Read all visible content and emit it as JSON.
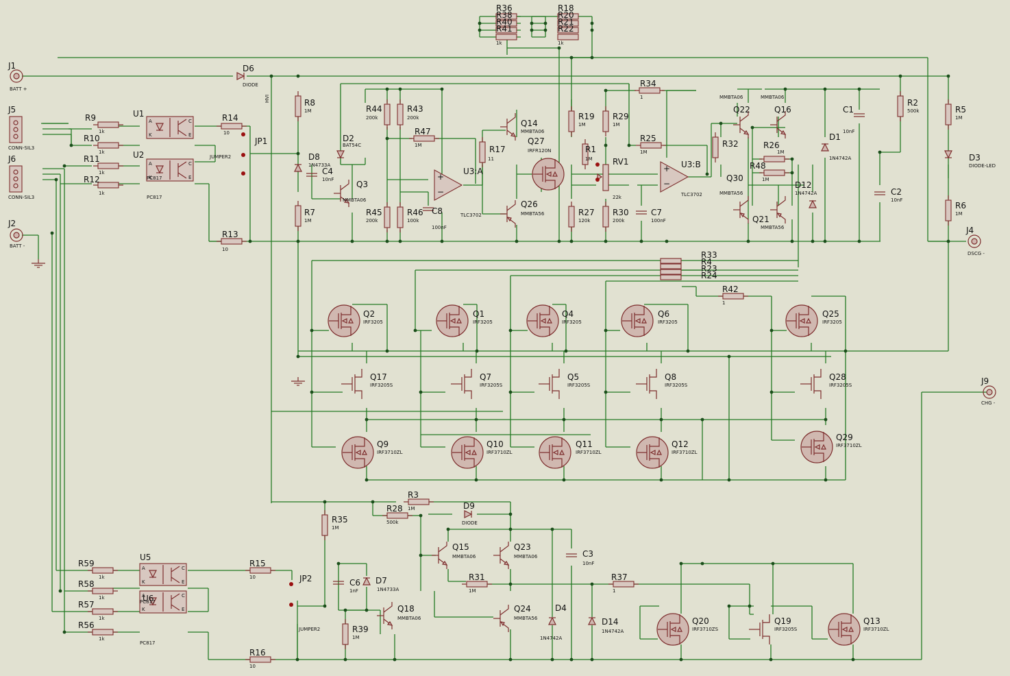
{
  "components": [
    {
      "id": "J1",
      "sub": "BATT +"
    },
    {
      "id": "J5",
      "sub": "CONN-SIL3"
    },
    {
      "id": "J6",
      "sub": "CONN-SIL3"
    },
    {
      "id": "J2",
      "sub": "BATT -"
    },
    {
      "id": "J4",
      "sub": "DSCG -"
    },
    {
      "id": "J9",
      "sub": "CHG -"
    },
    {
      "id": "D6",
      "sub": "DIODE"
    },
    {
      "id": "D9",
      "sub": "DIODE"
    },
    {
      "id": "D2",
      "sub": "BAT54C"
    },
    {
      "id": "D8",
      "sub": "1N4733A"
    },
    {
      "id": "D1",
      "sub": "1N4742A"
    },
    {
      "id": "D12",
      "sub": "1N4742A"
    },
    {
      "id": "D3",
      "sub": "DIODE-LED"
    },
    {
      "id": "D7",
      "sub": "1N4733A"
    },
    {
      "id": "D4",
      "sub": "1N4742A"
    },
    {
      "id": "D14",
      "sub": "1N4742A"
    },
    {
      "id": "U1",
      "sub": "PC817"
    },
    {
      "id": "U2",
      "sub": "PC817"
    },
    {
      "id": "U5",
      "sub": "PC817"
    },
    {
      "id": "U6",
      "sub": "PC817"
    },
    {
      "id": "U3:A",
      "sub": "TLC3702"
    },
    {
      "id": "U3:B",
      "sub": "TLC3702"
    },
    {
      "id": "JP1",
      "sub": "JUMPER2"
    },
    {
      "id": "JP2",
      "sub": "JUMPER2"
    },
    {
      "id": "RV1",
      "sub": "22k"
    },
    {
      "id": "R9",
      "sub": "1k"
    },
    {
      "id": "R10",
      "sub": "1k"
    },
    {
      "id": "R11",
      "sub": "1k"
    },
    {
      "id": "R12",
      "sub": "1k"
    },
    {
      "id": "R14",
      "sub": "10"
    },
    {
      "id": "R13",
      "sub": "10"
    },
    {
      "id": "R8",
      "sub": "1M"
    },
    {
      "id": "R7",
      "sub": "1M"
    },
    {
      "id": "R44",
      "sub": "200k"
    },
    {
      "id": "R43",
      "sub": "200k"
    },
    {
      "id": "R47",
      "sub": "1M"
    },
    {
      "id": "R45",
      "sub": "200k"
    },
    {
      "id": "R46",
      "sub": "100k"
    },
    {
      "id": "R17",
      "sub": "11"
    },
    {
      "id": "R19",
      "sub": "1M"
    },
    {
      "id": "R1",
      "sub": "1M"
    },
    {
      "id": "R29",
      "sub": "1M"
    },
    {
      "id": "R27",
      "sub": "120k"
    },
    {
      "id": "R30",
      "sub": "200k"
    },
    {
      "id": "R34",
      "sub": "1"
    },
    {
      "id": "R25",
      "sub": "1M"
    },
    {
      "id": "R32",
      "sub": ""
    },
    {
      "id": "R26",
      "sub": "1M"
    },
    {
      "id": "R48",
      "sub": "1M"
    },
    {
      "id": "R2",
      "sub": "500k"
    },
    {
      "id": "R5",
      "sub": "1M"
    },
    {
      "id": "R6",
      "sub": "1M"
    },
    {
      "id": "R42",
      "sub": "1"
    },
    {
      "id": "R3",
      "sub": "1M"
    },
    {
      "id": "R28",
      "sub": "500k"
    },
    {
      "id": "R35",
      "sub": "1M"
    },
    {
      "id": "R31",
      "sub": "1M"
    },
    {
      "id": "R37",
      "sub": "1"
    },
    {
      "id": "R39",
      "sub": "1M"
    },
    {
      "id": "R59",
      "sub": "1k"
    },
    {
      "id": "R58",
      "sub": "1k"
    },
    {
      "id": "R57",
      "sub": "1k"
    },
    {
      "id": "R56",
      "sub": "1k"
    },
    {
      "id": "R15",
      "sub": "10"
    },
    {
      "id": "R16",
      "sub": "10"
    },
    {
      "id": "C4",
      "sub": "10nF"
    },
    {
      "id": "C8",
      "sub": "100nF"
    },
    {
      "id": "C7",
      "sub": "100nF"
    },
    {
      "id": "C1",
      "sub": "10nF"
    },
    {
      "id": "C2",
      "sub": "10nF"
    },
    {
      "id": "C6",
      "sub": "1nF"
    },
    {
      "id": "C3",
      "sub": "10nF"
    },
    {
      "id": "Q3",
      "sub": "MMBTA06"
    },
    {
      "id": "Q14",
      "sub": "MMBTA06"
    },
    {
      "id": "Q26",
      "sub": "MMBTA56"
    },
    {
      "id": "Q27",
      "sub": "IRFR120N"
    },
    {
      "id": "Q22",
      "sub": "MMBTA06"
    },
    {
      "id": "Q16",
      "sub": "MMBTA06"
    },
    {
      "id": "Q30",
      "sub": "MMBTA56"
    },
    {
      "id": "Q21",
      "sub": "MMBTA56"
    },
    {
      "id": "Q2",
      "sub": "IRF3205"
    },
    {
      "id": "Q1",
      "sub": "IRF3205"
    },
    {
      "id": "Q4",
      "sub": "IRF3205"
    },
    {
      "id": "Q6",
      "sub": "IRF3205"
    },
    {
      "id": "Q25",
      "sub": "IRF3205"
    },
    {
      "id": "Q17",
      "sub": "IRF3205S"
    },
    {
      "id": "Q7",
      "sub": "IRF3205S"
    },
    {
      "id": "Q5",
      "sub": "IRF3205S"
    },
    {
      "id": "Q8",
      "sub": "IRF3205S"
    },
    {
      "id": "Q28",
      "sub": "IRF3205S"
    },
    {
      "id": "Q9",
      "sub": "IRF3710ZL"
    },
    {
      "id": "Q10",
      "sub": "IRF3710ZL"
    },
    {
      "id": "Q11",
      "sub": "IRF3710ZL"
    },
    {
      "id": "Q12",
      "sub": "IRF3710ZL"
    },
    {
      "id": "Q29",
      "sub": "IRF3710ZL"
    },
    {
      "id": "Q15",
      "sub": "MMBTA06"
    },
    {
      "id": "Q23",
      "sub": "MMBTA06"
    },
    {
      "id": "Q24",
      "sub": "MMBTA56"
    },
    {
      "id": "Q18",
      "sub": "MMBTA06"
    },
    {
      "id": "Q20",
      "sub": "IRF3710ZS"
    },
    {
      "id": "Q19",
      "sub": "IRF3205S"
    },
    {
      "id": "Q13",
      "sub": "IRF3710ZL"
    },
    {
      "id": "R36",
      "sub": ""
    },
    {
      "id": "R38",
      "sub": ""
    },
    {
      "id": "R40",
      "sub": ""
    },
    {
      "id": "R41",
      "sub": "1k"
    },
    {
      "id": "R18",
      "sub": ""
    },
    {
      "id": "R20",
      "sub": ""
    },
    {
      "id": "R21",
      "sub": ""
    },
    {
      "id": "R22",
      "sub": "1k"
    },
    {
      "id": "R33",
      "sub": ""
    },
    {
      "id": "R4",
      "sub": ""
    },
    {
      "id": "R23",
      "sub": ""
    },
    {
      "id": "R24",
      "sub": ""
    }
  ],
  "net_label": "HVI",
  "colors": {
    "background": "#e1e1d1",
    "wire": "#237a23",
    "component": "#7d2d2d",
    "junction": "#1b4e1b"
  }
}
